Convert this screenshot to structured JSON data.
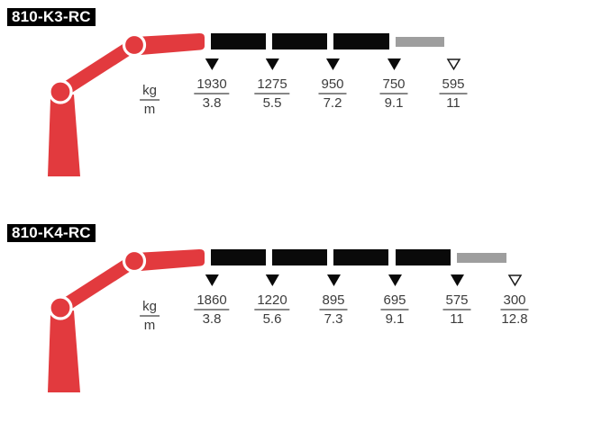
{
  "page": {
    "background": "#ffffff",
    "description_texts": {}
  },
  "colors": {
    "crane_red": "#e23a3e",
    "segment_black": "#0a0a0a",
    "segment_gray": "#9e9e9e",
    "text": "#3c3c3c",
    "fraction_bar": "#878787",
    "badge_bg": "#000000",
    "badge_text": "#ffffff"
  },
  "icons": {
    "filled_arrow": "down-arrow-filled-icon",
    "outline_arrow": "down-arrow-outline-icon"
  },
  "diagrams": [
    {
      "title": "810-K3-RC",
      "unit_top": "kg",
      "unit_bottom": "m",
      "columns": [
        {
          "kg": "1930",
          "m": "3.8",
          "arrow": "filled"
        },
        {
          "kg": "1275",
          "m": "5.5",
          "arrow": "filled"
        },
        {
          "kg": "950",
          "m": "7.2",
          "arrow": "filled"
        },
        {
          "kg": "750",
          "m": "9.1",
          "arrow": "filled"
        },
        {
          "kg": "595",
          "m": "11",
          "arrow": "outline"
        }
      ]
    },
    {
      "title": "810-K4-RC",
      "unit_top": "kg",
      "unit_bottom": "m",
      "columns": [
        {
          "kg": "1860",
          "m": "3.8",
          "arrow": "filled"
        },
        {
          "kg": "1220",
          "m": "5.6",
          "arrow": "filled"
        },
        {
          "kg": "895",
          "m": "7.3",
          "arrow": "filled"
        },
        {
          "kg": "695",
          "m": "9.1",
          "arrow": "filled"
        },
        {
          "kg": "575",
          "m": "11",
          "arrow": "filled"
        },
        {
          "kg": "300",
          "m": "12.8",
          "arrow": "outline"
        }
      ]
    }
  ]
}
